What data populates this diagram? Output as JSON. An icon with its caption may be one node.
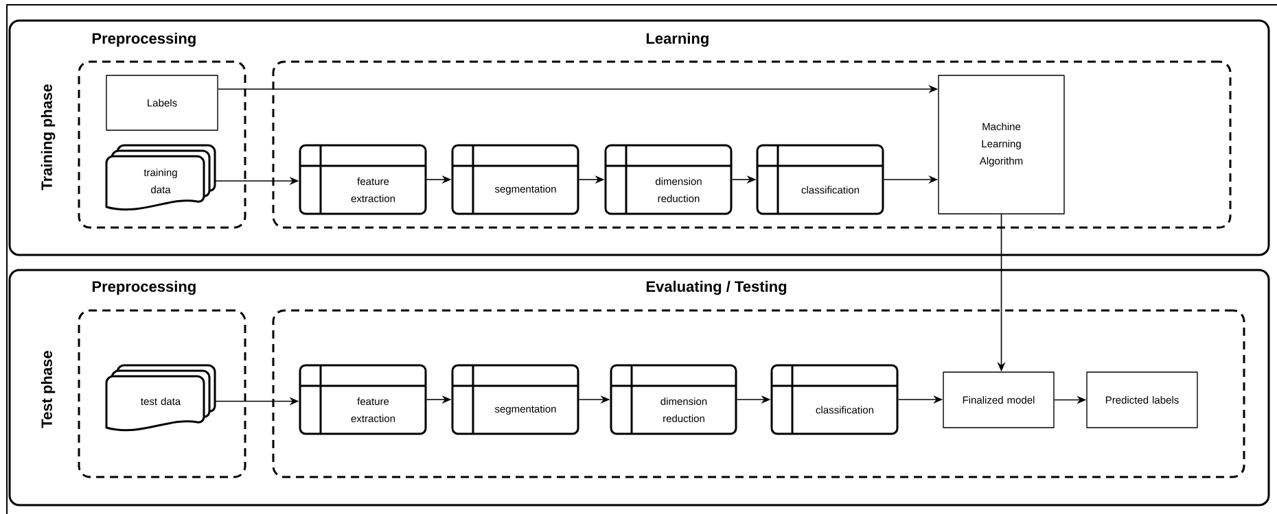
{
  "diagram": {
    "nodes": [
      {
        "text": [
          "Training phase"
        ]
      },
      {
        "text": [
          "Preprocessing"
        ],
        "in": 0
      },
      {
        "text": [
          "Labels"
        ],
        "in": 1
      },
      {
        "text": [
          "training data"
        ],
        "in": 1
      },
      {
        "text": [
          "Learning"
        ],
        "in": 0
      },
      {
        "text": [
          "feature extraction"
        ],
        "in": 4
      },
      {
        "text": [
          "segmentation"
        ],
        "in": 4
      },
      {
        "text": [
          "dimension reduction"
        ],
        "in": 4
      },
      {
        "text": [
          "classification"
        ],
        "in": 4
      },
      {
        "text": [
          "Machine Learning Algorithm"
        ],
        "in": 4
      },
      {
        "text": [
          "Test phase"
        ]
      },
      {
        "text": [
          "Preprocessing"
        ],
        "in": 10
      },
      {
        "text": [
          "test data"
        ],
        "in": 11
      },
      {
        "text": [
          "Evaluating / Testing"
        ],
        "in": 10
      },
      {
        "text": [
          "feature extraction"
        ],
        "in": 13
      },
      {
        "text": [
          "segmentation"
        ],
        "in": 13
      },
      {
        "text": [
          "dimension reduction"
        ],
        "in": 13
      },
      {
        "text": [
          "classification"
        ],
        "in": 13
      },
      {
        "text": [
          "Finalized model"
        ],
        "in": 13
      },
      {
        "text": [
          "Predicted labels"
        ],
        "in": 13
      }
    ],
    "edges": [
      {
        "from": 2,
        "to": 9,
        "arrow": "to"
      },
      {
        "from": 3,
        "to": 5,
        "arrow": "to"
      },
      {
        "from": 5,
        "to": 6,
        "arrow": "to"
      },
      {
        "from": 6,
        "to": 7,
        "arrow": "to"
      },
      {
        "from": 7,
        "to": 8,
        "arrow": "to"
      },
      {
        "from": 8,
        "to": 9,
        "arrow": "to"
      },
      {
        "from": 9,
        "to": 18,
        "arrow": "to"
      },
      {
        "from": 12,
        "to": 14,
        "arrow": "to"
      },
      {
        "from": 14,
        "to": 15,
        "arrow": "to"
      },
      {
        "from": 15,
        "to": 16,
        "arrow": "to"
      },
      {
        "from": 16,
        "to": 17,
        "arrow": "to"
      },
      {
        "from": 17,
        "to": 18,
        "arrow": "to"
      },
      {
        "from": 18,
        "to": 19,
        "arrow": "to"
      }
    ]
  }
}
